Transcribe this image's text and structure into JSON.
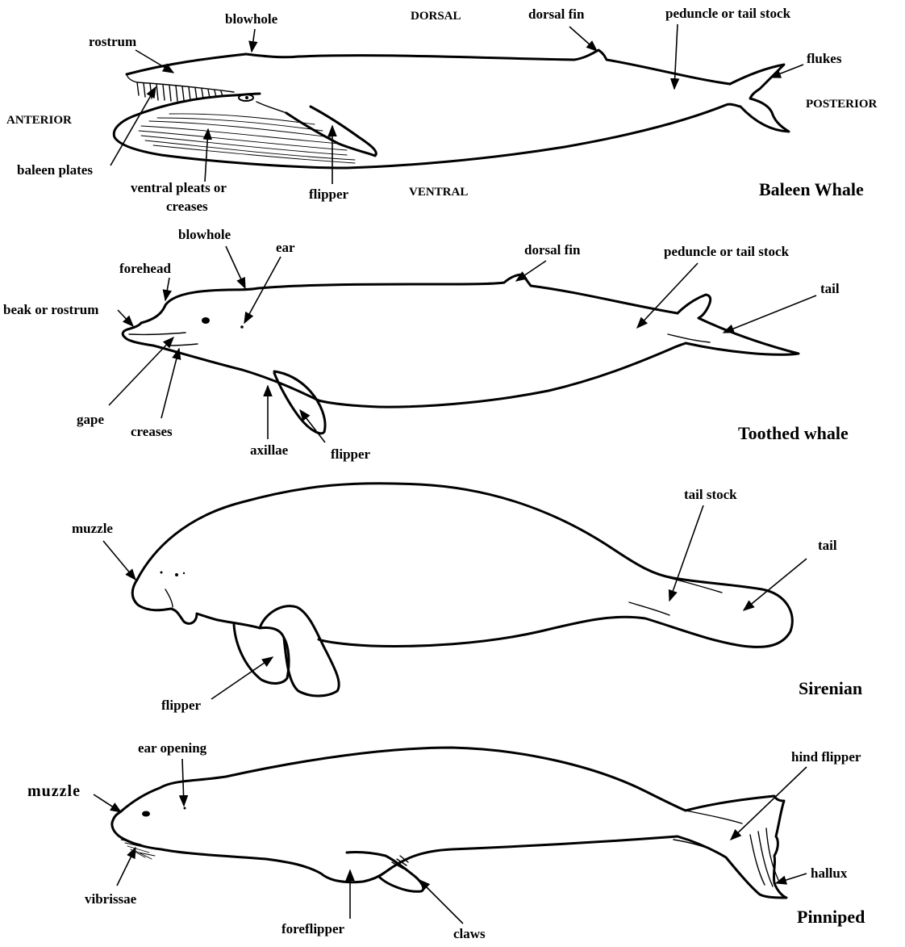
{
  "diagrams": {
    "baleen": {
      "title": "Baleen Whale",
      "orientation": {
        "dorsal": "DORSAL",
        "ventral": "VENTRAL",
        "anterior": "ANTERIOR",
        "posterior": "POSTERIOR"
      },
      "labels": {
        "blowhole": "blowhole",
        "rostrum": "rostrum",
        "dorsal_fin": "dorsal fin",
        "peduncle": "peduncle or tail stock",
        "flukes": "flukes",
        "baleen_plates": "baleen plates",
        "ventral_pleats_1": "ventral pleats or",
        "ventral_pleats_2": "creases",
        "flipper": "flipper"
      }
    },
    "toothed": {
      "title": "Toothed whale",
      "labels": {
        "blowhole": "blowhole",
        "ear": "ear",
        "forehead": "forehead",
        "beak": "beak or rostrum",
        "dorsal_fin": "dorsal fin",
        "peduncle": "peduncle or tail stock",
        "tail": "tail",
        "gape": "gape",
        "creases": "creases",
        "axillae": "axillae",
        "flipper": "flipper"
      }
    },
    "sirenian": {
      "title": "Sirenian",
      "labels": {
        "muzzle": "muzzle",
        "tail_stock": "tail stock",
        "tail": "tail",
        "flipper": "flipper"
      }
    },
    "pinniped": {
      "title": "Pinniped",
      "labels": {
        "ear_opening": "ear opening",
        "muzzle": "muzzle",
        "vibrissae": "vibrissae",
        "hind_flipper": "hind flipper",
        "hallux": "hallux",
        "foreflipper": "foreflipper",
        "claws": "claws"
      }
    }
  }
}
